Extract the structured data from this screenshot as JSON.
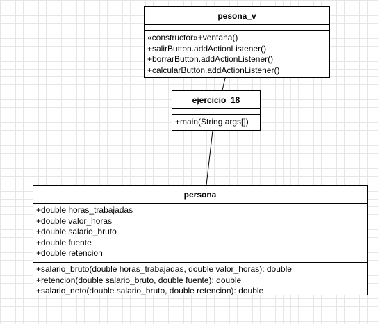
{
  "diagram": {
    "classes": [
      {
        "id": "pesona_v",
        "name": "pesona_v",
        "attributes": [],
        "operations": [
          "«constructor»+ventana()",
          "+salirButton.addActionListener()",
          "+borrarButton.addActionListener()",
          "+calcularButton.addActionListener()"
        ]
      },
      {
        "id": "ejercicio_18",
        "name": "ejercicio_18",
        "attributes": [],
        "operations": [
          "+main(String args[])"
        ]
      },
      {
        "id": "persona",
        "name": "persona",
        "attributes": [
          "+double horas_trabajadas",
          "+double valor_horas",
          "+double salario_bruto",
          "+double fuente",
          "+double retencion"
        ],
        "operations": [
          "+salario_bruto(double horas_trabajadas, double valor_horas): double",
          "+retencion(double salario_bruto, double fuente): double",
          "+salario_neto(double salario_bruto, double retencion): double"
        ]
      }
    ],
    "links": [
      {
        "from": "pesona_v",
        "to": "ejercicio_18"
      },
      {
        "from": "ejercicio_18",
        "to": "persona"
      }
    ]
  }
}
